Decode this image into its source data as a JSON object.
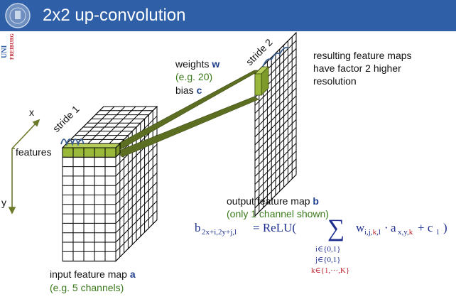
{
  "slide": {
    "title": "2x2 up-convolution",
    "univ_line1": "UNI",
    "univ_line2": "FREIBURG"
  },
  "axes": {
    "x": "x",
    "y": "y",
    "features": "features"
  },
  "labels": {
    "stride1": "stride 1",
    "stride2": "stride 2",
    "weights_prefix": "weights ",
    "weights_var": "w",
    "weights_example": "(e.g. 20)",
    "bias_prefix": "bias ",
    "bias_var": "c",
    "result_line1": "resulting feature maps",
    "result_line2": "have factor 2 higher",
    "result_line3": "resolution",
    "output_prefix": "output feature map ",
    "output_var": "b",
    "output_note": "(only 1 channel shown)",
    "input_prefix": "input feature map ",
    "input_var": "a",
    "input_note": "(e.g. 5 channels)"
  },
  "formula": {
    "lhs": "b",
    "lhs_sub": "2x+i,2y+j,l",
    "eq": "= ReLU(",
    "term_w": "w",
    "term_w_sub1": "i,j,",
    "term_w_sub_k": "k",
    "term_w_sub2": ",l",
    "dot": "·",
    "term_a": "a",
    "term_a_sub1": "x,y,",
    "term_a_sub_k": "k",
    "plus": "+ c",
    "c_sub": "l",
    "close": ")",
    "range_i": "i∈{0,1}",
    "range_j": "j∈{0,1}",
    "range_k": "k∈{1,···,K}"
  },
  "colors": {
    "header": "#2f5fa7",
    "weights_green": "#5b6e22",
    "highlight_green": "#9ab83a",
    "text_green": "#3a7a1a",
    "var_blue": "#1f3f8f",
    "formula_blue": "#1f2f8f",
    "formula_red": "#c0202a",
    "stride_arrow": "#3a5f8f"
  }
}
